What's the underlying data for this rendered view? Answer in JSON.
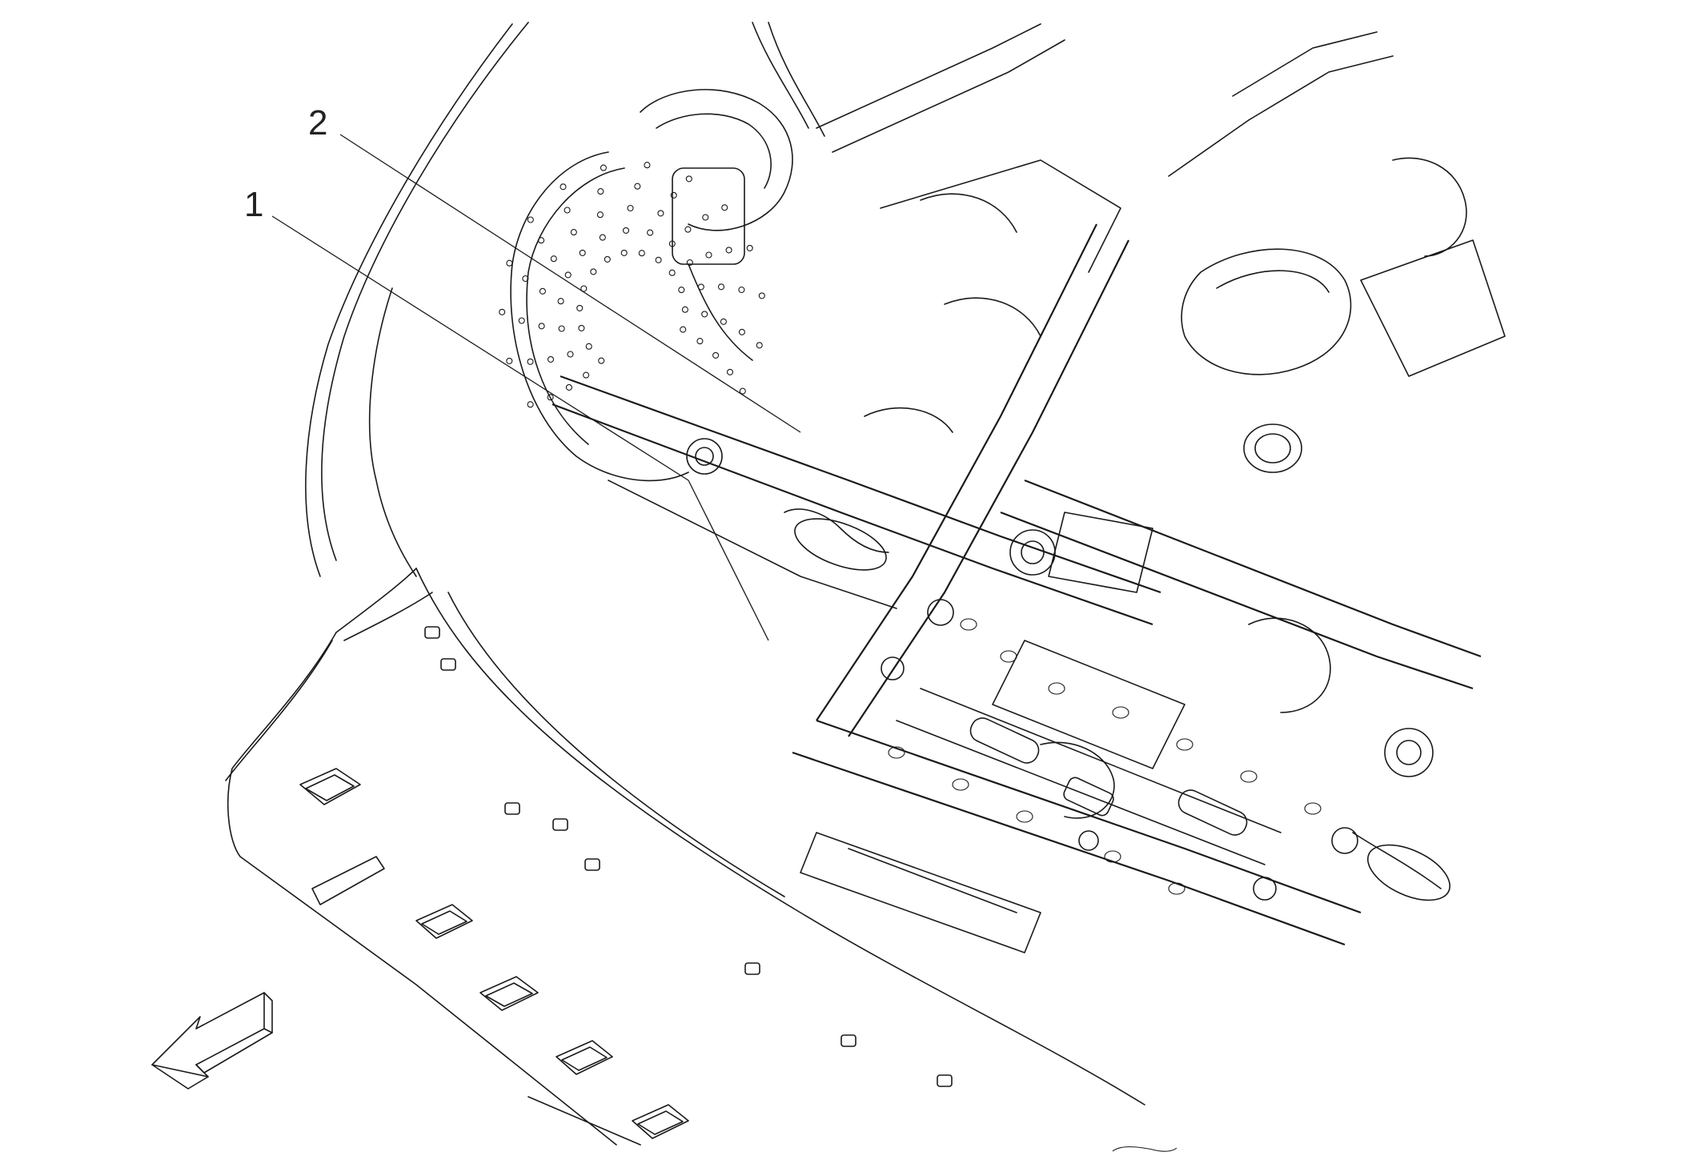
{
  "diagram": {
    "callouts": [
      {
        "id": "1",
        "label": "1"
      },
      {
        "id": "2",
        "label": "2"
      }
    ],
    "direction_arrow_icon": "front-direction-arrow",
    "line_color": "#1a1a1a",
    "background": "#ffffff"
  }
}
